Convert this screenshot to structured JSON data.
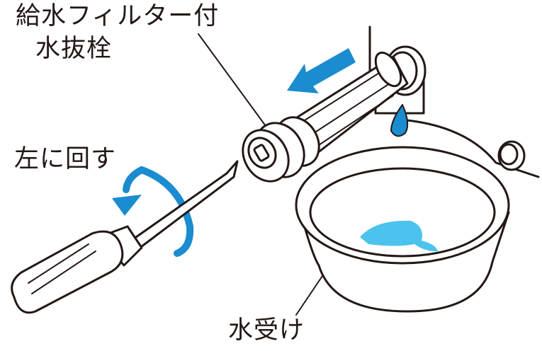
{
  "labels": {
    "filter_line1": "給水フィルター付",
    "filter_line2": "水抜栓",
    "rotate": "左に回す",
    "water_tray": "水受け"
  },
  "colors": {
    "arrow_blue": "#1a8ccf",
    "water_blue": "#4cc3ee",
    "line": "#231815"
  },
  "icons": [
    "arrow-left-icon",
    "rotate-left-arrow-icon",
    "water-drop-icon"
  ]
}
